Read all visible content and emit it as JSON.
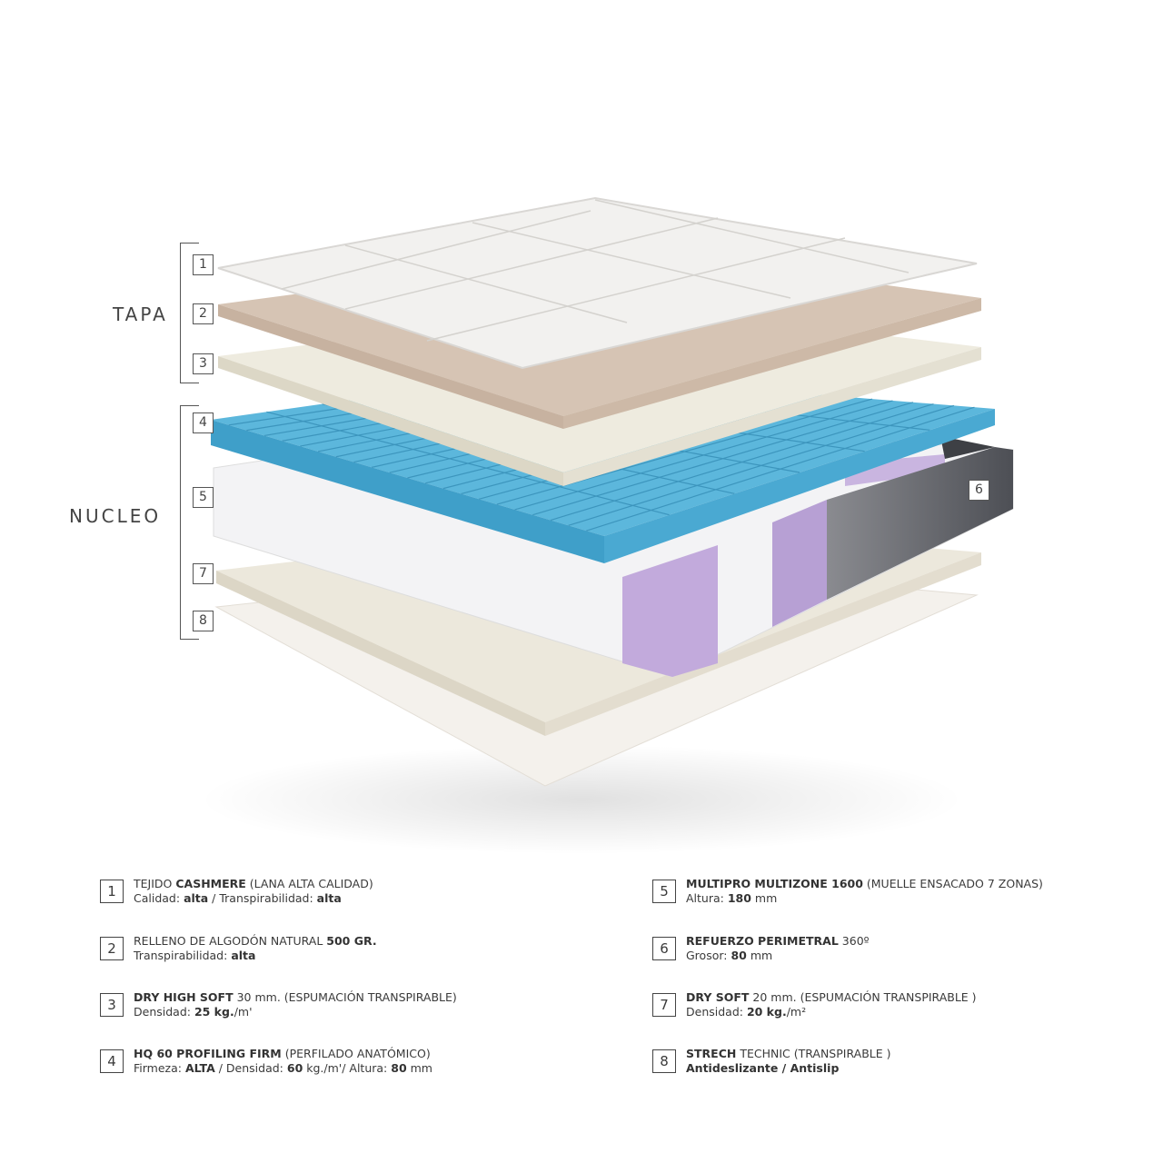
{
  "groups": {
    "tapa": "TAPA",
    "nucleo": "NUCLEO"
  },
  "layer_numbers": [
    "1",
    "2",
    "3",
    "4",
    "5",
    "6",
    "7",
    "8"
  ],
  "colors": {
    "quilt": "#f1f0ee",
    "cotton": "#d8c6b6",
    "foam": "#ece9df",
    "blue": "#4fb0d6",
    "springs": "#f3f3f5",
    "purple": "#b9a2d6",
    "perimeter": "#5e6066",
    "base": "#efece6"
  },
  "legend": [
    {
      "num": "1",
      "lines": [
        [
          {
            "t": "TEJIDO ",
            "b": false
          },
          {
            "t": "CASHMERE",
            "b": true
          },
          {
            "t": " (LANA ALTA CALIDAD)",
            "b": false
          }
        ],
        [
          {
            "t": "Calidad: ",
            "b": false
          },
          {
            "t": "alta",
            "b": true
          },
          {
            "t": " / Transpirabilidad: ",
            "b": false
          },
          {
            "t": "alta",
            "b": true
          }
        ]
      ]
    },
    {
      "num": "2",
      "lines": [
        [
          {
            "t": "RELLENO DE ALGODÓN NATURAL ",
            "b": false
          },
          {
            "t": "500 GR.",
            "b": true
          }
        ],
        [
          {
            "t": "Transpirabilidad: ",
            "b": false
          },
          {
            "t": "alta",
            "b": true
          }
        ]
      ]
    },
    {
      "num": "3",
      "lines": [
        [
          {
            "t": "DRY HIGH SOFT",
            "b": true
          },
          {
            "t": " 30 mm. (ESPUMACIÓN TRANSPIRABLE)",
            "b": false
          }
        ],
        [
          {
            "t": "Densidad: ",
            "b": false
          },
          {
            "t": "25 kg.",
            "b": true
          },
          {
            "t": "/m'",
            "b": false
          }
        ]
      ]
    },
    {
      "num": "4",
      "lines": [
        [
          {
            "t": "HQ 60 PROFILING FIRM",
            "b": true
          },
          {
            "t": " (PERFILADO ANATÓMICO)",
            "b": false
          }
        ],
        [
          {
            "t": "Firmeza: ",
            "b": false
          },
          {
            "t": "ALTA",
            "b": true
          },
          {
            "t": " / Densidad: ",
            "b": false
          },
          {
            "t": "60",
            "b": true
          },
          {
            "t": " kg./m'/ Altura: ",
            "b": false
          },
          {
            "t": "80",
            "b": true
          },
          {
            "t": " mm",
            "b": false
          }
        ]
      ]
    },
    {
      "num": "5",
      "lines": [
        [
          {
            "t": "MULTIPRO MULTIZONE 1600",
            "b": true
          },
          {
            "t": " (MUELLE ENSACADO 7 ZONAS)",
            "b": false
          }
        ],
        [
          {
            "t": "Altura: ",
            "b": false
          },
          {
            "t": "180",
            "b": true
          },
          {
            "t": " mm",
            "b": false
          }
        ]
      ]
    },
    {
      "num": "6",
      "lines": [
        [
          {
            "t": "REFUERZO PERIMETRAL",
            "b": true
          },
          {
            "t": " 360º",
            "b": false
          }
        ],
        [
          {
            "t": "Grosor: ",
            "b": false
          },
          {
            "t": "80",
            "b": true
          },
          {
            "t": " mm",
            "b": false
          }
        ]
      ]
    },
    {
      "num": "7",
      "lines": [
        [
          {
            "t": "DRY SOFT",
            "b": true
          },
          {
            "t": " 20 mm. (ESPUMACIÓN TRANSPIRABLE )",
            "b": false
          }
        ],
        [
          {
            "t": "Densidad: ",
            "b": false
          },
          {
            "t": "20 kg.",
            "b": true
          },
          {
            "t": "/m²",
            "b": false
          }
        ]
      ]
    },
    {
      "num": "8",
      "lines": [
        [
          {
            "t": "STRECH",
            "b": true
          },
          {
            "t": " TECHNIC (TRANSPIRABLE )",
            "b": false
          }
        ],
        [
          {
            "t": "Antideslizante / Antislip",
            "b": true
          }
        ]
      ]
    }
  ]
}
